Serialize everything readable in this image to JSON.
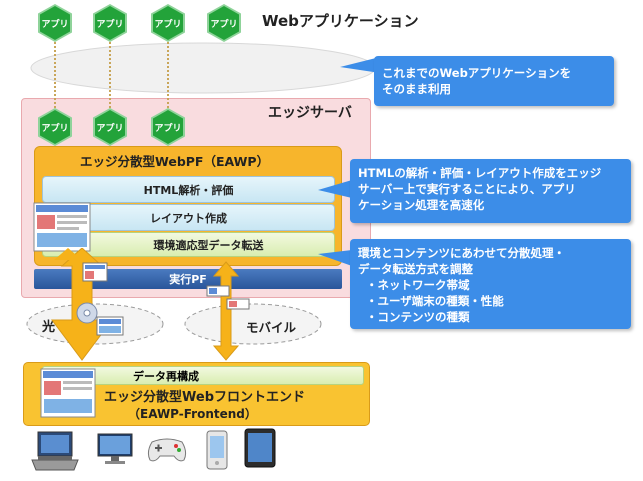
{
  "app_label": "アプリ",
  "web_apps_label": "Webアプリケーション",
  "callout_top": [
    "これまでのWebアプリケーションを",
    "そのまま利用"
  ],
  "edge_server_label": "エッジサーバ",
  "eawp": {
    "title": "エッジ分散型WebPF（EAWP）",
    "layers": [
      "HTML解析・評価",
      "レイアウト作成",
      "環境適応型データ転送"
    ]
  },
  "exec_pf": "実行PF",
  "callout_mid": [
    "HTMLの解析・評価・レイアウト作成をエッジ",
    "サーバー上で実行することにより、アプリ",
    "ケーション処理を高速化"
  ],
  "callout_bottom": {
    "lines": [
      "環境とコンテンツにあわせて分散処理・",
      "データ転送方式を調整"
    ],
    "bullets": [
      "・ネットワーク帯域",
      "・ユーザ端末の種類・性能",
      "・コンテンツの種類"
    ]
  },
  "networks": {
    "optical": "光",
    "mobile": "モバイル"
  },
  "frontend": {
    "reconstruct": "データ再構成",
    "title": "エッジ分散型Webフロントエンド",
    "subtitle": "（EAWP-Frontend）"
  },
  "device_icons": [
    "laptop-icon",
    "monitor-icon",
    "gamepad-icon",
    "phone-icon",
    "tablet-icon"
  ],
  "colors": {
    "app_green": "#23a33a",
    "callout_blue": "#3c8de8",
    "eawp_orange": "#f7b52c",
    "edge_pink": "#f7d5d8",
    "frontend_yellow": "#f9c331"
  }
}
